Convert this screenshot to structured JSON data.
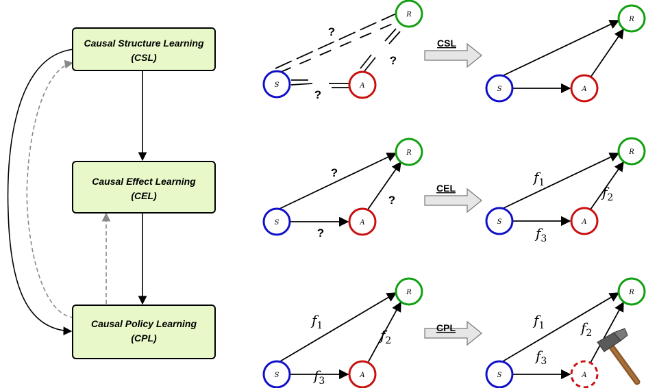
{
  "flowchart": {
    "boxes": [
      {
        "line1": "Causal Structure Learning",
        "line2": "(CSL)"
      },
      {
        "line1": "Causal Effect Learning",
        "line2": "(CEL)"
      },
      {
        "line1": "Causal Policy Learning",
        "line2": "(CPL)"
      }
    ]
  },
  "nodes": {
    "state": "S",
    "action": "A",
    "reward": "R"
  },
  "operators": [
    "CSL",
    "CEL",
    "CPL"
  ],
  "question_mark": "?",
  "functions": {
    "f1_base": "f",
    "f1_sub": "1",
    "f2_base": "f",
    "f2_sub": "2",
    "f3_base": "f",
    "f3_sub": "3"
  },
  "colors": {
    "box_fill": "#e8f8c8",
    "state": "#1010c8",
    "action": "#c81010",
    "reward": "#10a010",
    "dashed_feedback": "#888888",
    "arrow_fill": "#e6e6e6"
  },
  "icons": {
    "intervention": "hammer-icon"
  }
}
